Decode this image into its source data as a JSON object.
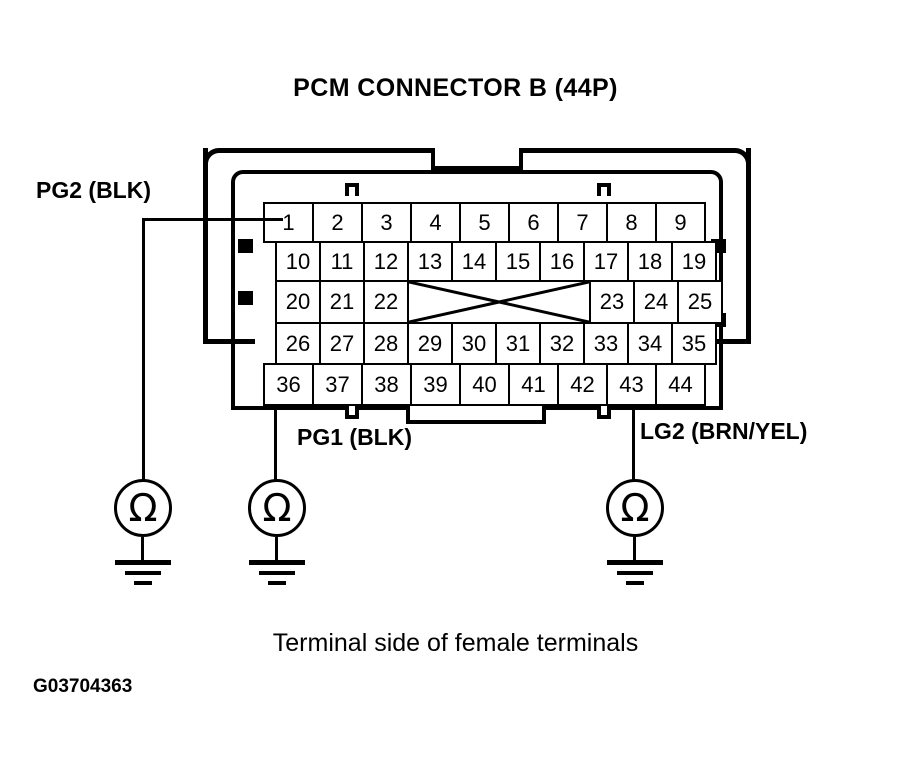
{
  "title": "PCM CONNECTOR B (44P)",
  "caption": "Terminal side of female terminals",
  "figure_id": "G03704363",
  "labels": {
    "pg2": "PG2 (BLK)",
    "pg1": "PG1 (BLK)",
    "lg2": "LG2 (BRN/YEL)"
  },
  "connector": {
    "name": "PCM CONNECTOR B",
    "pin_count": "44P",
    "rows": [
      {
        "id": "row1",
        "cells": [
          "1",
          "2",
          "3",
          "4",
          "5",
          "6",
          "7",
          "8",
          "9"
        ]
      },
      {
        "id": "row2",
        "cells": [
          "10",
          "11",
          "12",
          "13",
          "14",
          "15",
          "16",
          "17",
          "18",
          "19"
        ]
      },
      {
        "id": "row3",
        "left": [
          "20",
          "21",
          "22"
        ],
        "gap": "unused-crossed",
        "right": [
          "23",
          "24",
          "25"
        ]
      },
      {
        "id": "row4",
        "cells": [
          "26",
          "27",
          "28",
          "29",
          "30",
          "31",
          "32",
          "33",
          "34",
          "35"
        ]
      },
      {
        "id": "row5",
        "cells": [
          "36",
          "37",
          "38",
          "39",
          "40",
          "41",
          "42",
          "43",
          "44"
        ]
      }
    ]
  },
  "measurements": [
    {
      "id": "m1",
      "instrument": "ohmmeter-icon",
      "symbol": "Ω",
      "signal": "PG2 (BLK)",
      "terminal": "1",
      "ground": "ground-icon"
    },
    {
      "id": "m2",
      "instrument": "ohmmeter-icon",
      "symbol": "Ω",
      "signal": "PG1 (BLK)",
      "terminal": "36",
      "ground": "ground-icon"
    },
    {
      "id": "m3",
      "instrument": "ohmmeter-icon",
      "symbol": "Ω",
      "signal": "LG2 (BRN/YEL)",
      "terminal": "43",
      "ground": "ground-icon"
    }
  ],
  "colors": {
    "ink": "#000000",
    "paper": "#ffffff"
  }
}
